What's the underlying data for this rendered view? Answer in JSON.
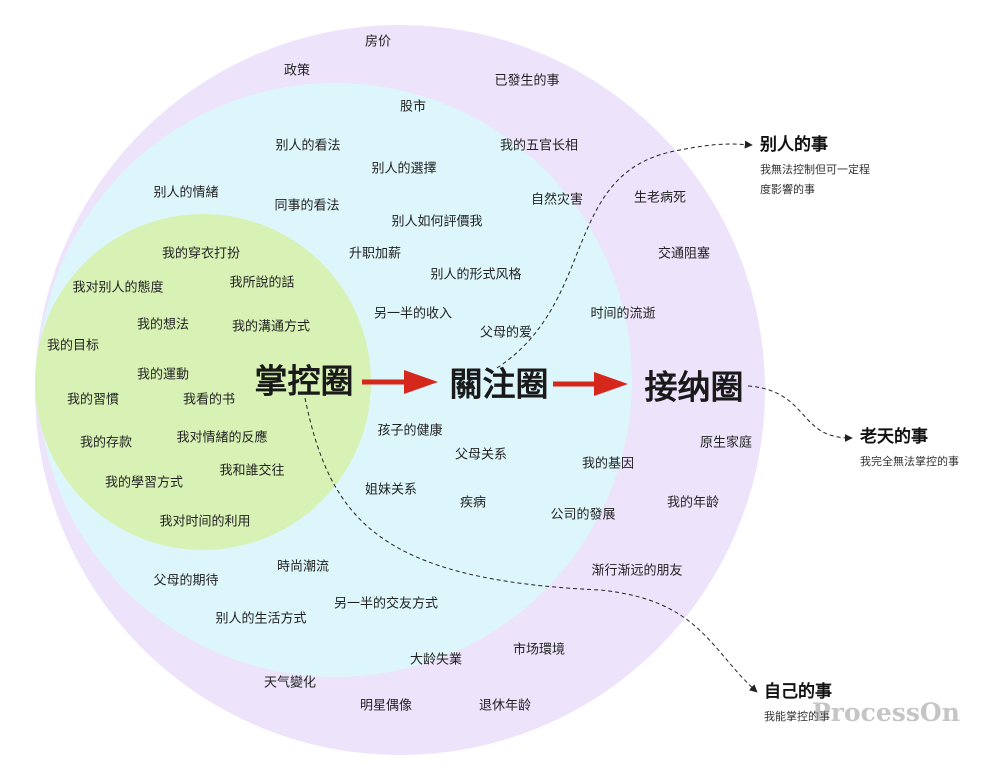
{
  "circles": [
    {
      "name": "acceptance-circle",
      "label": "接纳圈",
      "color": "#ede3fb"
    },
    {
      "name": "concern-circle",
      "label": "關注圈",
      "color": "#ddf6fb"
    },
    {
      "name": "control-circle",
      "label": "掌控圈",
      "color": "#d8f1b5"
    }
  ],
  "arrow_color": "#d6271c",
  "outer_items": [
    "房价",
    "政策",
    "已發生的事",
    "股市",
    "我的五官长相",
    "自然灾害",
    "生老病死",
    "交通阻塞",
    "时间的流逝",
    "原生家庭",
    "我的基因",
    "我的年龄",
    "公司的發展",
    "渐行渐远的朋友",
    "市场環境",
    "大龄失業",
    "天气變化",
    "明星偶像",
    "退休年龄"
  ],
  "middle_items": [
    "别人的看法",
    "别人的選擇",
    "别人的情緒",
    "同事的看法",
    "别人如何評價我",
    "升职加薪",
    "别人的形式风格",
    "另一半的收入",
    "父母的爱",
    "孩子的健康",
    "父母关系",
    "姐妹关系",
    "疾病",
    "父母的期待",
    "時尚潮流",
    "另一半的交友方式",
    "别人的生活方式"
  ],
  "inner_items": [
    "我的穿衣打扮",
    "我对别人的態度",
    "我所說的話",
    "我的想法",
    "我的溝通方式",
    "我的目标",
    "我的運動",
    "我的習慣",
    "我看的书",
    "我的存款",
    "我对情緒的反應",
    "我和誰交往",
    "我的學習方式",
    "我对时间的利用"
  ],
  "notes": {
    "others": {
      "title": "别人的事",
      "desc": "我無法控制但可一定程度影響的事"
    },
    "heaven": {
      "title": "老天的事",
      "desc": "我完全無法掌控的事"
    },
    "self": {
      "title": "自己的事",
      "desc": "我能掌控的事"
    }
  },
  "watermark": "ProcessOn"
}
